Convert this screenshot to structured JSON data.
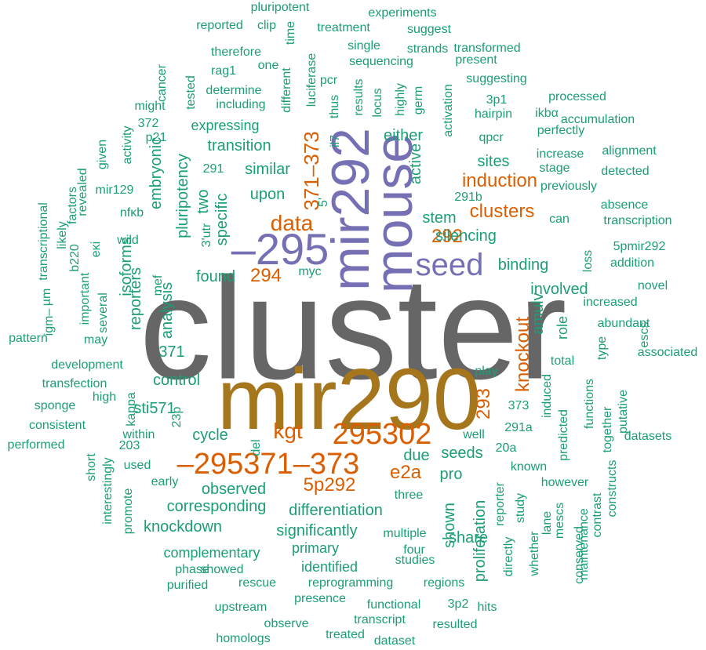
{
  "colors": {
    "gray": "#666666",
    "olive": "#a6761d",
    "purple": "#7570b3",
    "orange": "#d95f02",
    "teal": "#1b9e77"
  },
  "words": [
    {
      "text": "cluster",
      "color": "gray"
    },
    {
      "text": "mir290",
      "color": "olive"
    },
    {
      "text": "mouse",
      "color": "purple"
    },
    {
      "text": "mir292",
      "color": "purple"
    },
    {
      "text": "–295",
      "color": "purple"
    },
    {
      "text": "seed",
      "color": "purple"
    },
    {
      "text": "295302",
      "color": "orange"
    },
    {
      "text": "–295371–373",
      "color": "orange"
    },
    {
      "text": "371–373",
      "color": "orange"
    },
    {
      "text": "data",
      "color": "orange"
    },
    {
      "text": "kgt",
      "color": "orange"
    },
    {
      "text": "induction",
      "color": "orange"
    },
    {
      "text": "clusters",
      "color": "orange"
    },
    {
      "text": "292",
      "color": "orange"
    },
    {
      "text": "294",
      "color": "orange"
    },
    {
      "text": "5p292",
      "color": "orange"
    },
    {
      "text": "e2a",
      "color": "orange"
    },
    {
      "text": "knockout",
      "color": "orange"
    },
    {
      "text": "293",
      "color": "orange"
    },
    {
      "text": "pluripotent",
      "color": "teal"
    },
    {
      "text": "experiments",
      "color": "teal"
    },
    {
      "text": "reported",
      "color": "teal"
    },
    {
      "text": "clip",
      "color": "teal"
    },
    {
      "text": "time",
      "color": "teal"
    },
    {
      "text": "treatment",
      "color": "teal"
    },
    {
      "text": "suggest",
      "color": "teal"
    },
    {
      "text": "therefore",
      "color": "teal"
    },
    {
      "text": "one",
      "color": "teal"
    },
    {
      "text": "single",
      "color": "teal"
    },
    {
      "text": "strands",
      "color": "teal"
    },
    {
      "text": "transformed",
      "color": "teal"
    },
    {
      "text": "present",
      "color": "teal"
    },
    {
      "text": "sequencing",
      "color": "teal"
    },
    {
      "text": "suggesting",
      "color": "teal"
    },
    {
      "text": "rag1",
      "color": "teal"
    },
    {
      "text": "pcr",
      "color": "teal"
    },
    {
      "text": "luciferase",
      "color": "teal"
    },
    {
      "text": "cancer",
      "color": "teal"
    },
    {
      "text": "tested",
      "color": "teal"
    },
    {
      "text": "determine",
      "color": "teal"
    },
    {
      "text": "different",
      "color": "teal"
    },
    {
      "text": "results",
      "color": "teal"
    },
    {
      "text": "locus",
      "color": "teal"
    },
    {
      "text": "highly",
      "color": "teal"
    },
    {
      "text": "germ",
      "color": "teal"
    },
    {
      "text": "activation",
      "color": "teal"
    },
    {
      "text": "3p1",
      "color": "teal"
    },
    {
      "text": "processed",
      "color": "teal"
    },
    {
      "text": "might",
      "color": "teal"
    },
    {
      "text": "including",
      "color": "teal"
    },
    {
      "text": "thus",
      "color": "teal"
    },
    {
      "text": "hairpin",
      "color": "teal"
    },
    {
      "text": "ikbα",
      "color": "teal"
    },
    {
      "text": "accumulation",
      "color": "teal"
    },
    {
      "text": "372",
      "color": "teal"
    },
    {
      "text": "p21",
      "color": "teal"
    },
    {
      "text": "expressing",
      "color": "teal"
    },
    {
      "text": "perfectly",
      "color": "teal"
    },
    {
      "text": "qpcr",
      "color": "teal"
    },
    {
      "text": "either",
      "color": "teal"
    },
    {
      "text": "activity",
      "color": "teal"
    },
    {
      "text": "il7",
      "color": "teal"
    },
    {
      "text": "increase",
      "color": "teal"
    },
    {
      "text": "alignment",
      "color": "teal"
    },
    {
      "text": "transition",
      "color": "teal"
    },
    {
      "text": "given",
      "color": "teal"
    },
    {
      "text": "active",
      "color": "teal"
    },
    {
      "text": "stage",
      "color": "teal"
    },
    {
      "text": "sites",
      "color": "teal"
    },
    {
      "text": "detected",
      "color": "teal"
    },
    {
      "text": "similar",
      "color": "teal"
    },
    {
      "text": "embryonic",
      "color": "teal"
    },
    {
      "text": "pluripotency",
      "color": "teal"
    },
    {
      "text": "291",
      "color": "teal"
    },
    {
      "text": "previously",
      "color": "teal"
    },
    {
      "text": "transcriptional",
      "color": "teal"
    },
    {
      "text": "revealed",
      "color": "teal"
    },
    {
      "text": "mir129",
      "color": "teal"
    },
    {
      "text": "upon",
      "color": "teal"
    },
    {
      "text": "two",
      "color": "teal"
    },
    {
      "text": "291b",
      "color": "teal"
    },
    {
      "text": "stem",
      "color": "teal"
    },
    {
      "text": "5'",
      "color": "teal"
    },
    {
      "text": "absence",
      "color": "teal"
    },
    {
      "text": "factors",
      "color": "teal"
    },
    {
      "text": "nfκb",
      "color": "teal"
    },
    {
      "text": "specific",
      "color": "teal"
    },
    {
      "text": "3'utr",
      "color": "teal"
    },
    {
      "text": "can",
      "color": "teal"
    },
    {
      "text": "transcription",
      "color": "teal"
    },
    {
      "text": "likely",
      "color": "teal"
    },
    {
      "text": "eκi",
      "color": "teal"
    },
    {
      "text": "wild",
      "color": "teal"
    },
    {
      "text": "silencing",
      "color": "teal"
    },
    {
      "text": "5pmir292",
      "color": "teal"
    },
    {
      "text": "b220",
      "color": "teal"
    },
    {
      "text": "isoforms",
      "color": "teal"
    },
    {
      "text": "found",
      "color": "teal"
    },
    {
      "text": "binding",
      "color": "teal"
    },
    {
      "text": "loss",
      "color": "teal"
    },
    {
      "text": "addition",
      "color": "teal"
    },
    {
      "text": "important",
      "color": "teal"
    },
    {
      "text": "myc",
      "color": "teal"
    },
    {
      "text": "µm",
      "color": "teal"
    },
    {
      "text": "reporters",
      "color": "teal"
    },
    {
      "text": "analysis",
      "color": "teal"
    },
    {
      "text": "mef",
      "color": "teal"
    },
    {
      "text": "involved",
      "color": "teal"
    },
    {
      "text": "novel",
      "color": "teal"
    },
    {
      "text": "amulv",
      "color": "teal"
    },
    {
      "text": "increased",
      "color": "teal"
    },
    {
      "text": "igm–",
      "color": "teal"
    },
    {
      "text": "several",
      "color": "teal"
    },
    {
      "text": "role",
      "color": "teal"
    },
    {
      "text": "abundant",
      "color": "teal"
    },
    {
      "text": "pattern",
      "color": "teal"
    },
    {
      "text": "may",
      "color": "teal"
    },
    {
      "text": "371",
      "color": "teal"
    },
    {
      "text": "escs",
      "color": "teal"
    },
    {
      "text": "type",
      "color": "teal"
    },
    {
      "text": "associated",
      "color": "teal"
    },
    {
      "text": "development",
      "color": "teal"
    },
    {
      "text": "total",
      "color": "teal"
    },
    {
      "text": "control",
      "color": "teal"
    },
    {
      "text": "transfection",
      "color": "teal"
    },
    {
      "text": "high",
      "color": "teal"
    },
    {
      "text": "induced",
      "color": "teal"
    },
    {
      "text": "play",
      "color": "teal"
    },
    {
      "text": "sponge",
      "color": "teal"
    },
    {
      "text": "kappa",
      "color": "teal"
    },
    {
      "text": "sti571",
      "color": "teal"
    },
    {
      "text": "functions",
      "color": "teal"
    },
    {
      "text": "373",
      "color": "teal"
    },
    {
      "text": "putative",
      "color": "teal"
    },
    {
      "text": "consistent",
      "color": "teal"
    },
    {
      "text": "23p",
      "color": "teal"
    },
    {
      "text": "within",
      "color": "teal"
    },
    {
      "text": "predicted",
      "color": "teal"
    },
    {
      "text": "together",
      "color": "teal"
    },
    {
      "text": "cycle",
      "color": "teal"
    },
    {
      "text": "291a",
      "color": "teal"
    },
    {
      "text": "well",
      "color": "teal"
    },
    {
      "text": "datasets",
      "color": "teal"
    },
    {
      "text": "performed",
      "color": "teal"
    },
    {
      "text": "203",
      "color": "teal"
    },
    {
      "text": "del",
      "color": "teal"
    },
    {
      "text": "short",
      "color": "teal"
    },
    {
      "text": "due",
      "color": "teal"
    },
    {
      "text": "seeds",
      "color": "teal"
    },
    {
      "text": "20a",
      "color": "teal"
    },
    {
      "text": "used",
      "color": "teal"
    },
    {
      "text": "known",
      "color": "teal"
    },
    {
      "text": "early",
      "color": "teal"
    },
    {
      "text": "however",
      "color": "teal"
    },
    {
      "text": "interestingly",
      "color": "teal"
    },
    {
      "text": "observed",
      "color": "teal"
    },
    {
      "text": "pro",
      "color": "teal"
    },
    {
      "text": "study",
      "color": "teal"
    },
    {
      "text": "corresponding",
      "color": "teal"
    },
    {
      "text": "lane",
      "color": "teal"
    },
    {
      "text": "constructs",
      "color": "teal"
    },
    {
      "text": "promote",
      "color": "teal"
    },
    {
      "text": "three",
      "color": "teal"
    },
    {
      "text": "contrast",
      "color": "teal"
    },
    {
      "text": "reporter",
      "color": "teal"
    },
    {
      "text": "mescs",
      "color": "teal"
    },
    {
      "text": "differentiation",
      "color": "teal"
    },
    {
      "text": "knockdown",
      "color": "teal"
    },
    {
      "text": "significantly",
      "color": "teal"
    },
    {
      "text": "multiple",
      "color": "teal"
    },
    {
      "text": "shown",
      "color": "teal"
    },
    {
      "text": "maintenance",
      "color": "teal"
    },
    {
      "text": "share",
      "color": "teal"
    },
    {
      "text": "proliferation",
      "color": "teal"
    },
    {
      "text": "primary",
      "color": "teal"
    },
    {
      "text": "four",
      "color": "teal"
    },
    {
      "text": "complementary",
      "color": "teal"
    },
    {
      "text": "whether",
      "color": "teal"
    },
    {
      "text": "conserved",
      "color": "teal"
    },
    {
      "text": "studies",
      "color": "teal"
    },
    {
      "text": "phase",
      "color": "teal"
    },
    {
      "text": "identified",
      "color": "teal"
    },
    {
      "text": "showed",
      "color": "teal"
    },
    {
      "text": "regions",
      "color": "teal"
    },
    {
      "text": "purified",
      "color": "teal"
    },
    {
      "text": "rescue",
      "color": "teal"
    },
    {
      "text": "reprogramming",
      "color": "teal"
    },
    {
      "text": "directly",
      "color": "teal"
    },
    {
      "text": "presence",
      "color": "teal"
    },
    {
      "text": "functional",
      "color": "teal"
    },
    {
      "text": "3p2",
      "color": "teal"
    },
    {
      "text": "upstream",
      "color": "teal"
    },
    {
      "text": "hits",
      "color": "teal"
    },
    {
      "text": "observe",
      "color": "teal"
    },
    {
      "text": "transcript",
      "color": "teal"
    },
    {
      "text": "resulted",
      "color": "teal"
    },
    {
      "text": "treated",
      "color": "teal"
    },
    {
      "text": "homologs",
      "color": "teal"
    },
    {
      "text": "dataset",
      "color": "teal"
    }
  ]
}
